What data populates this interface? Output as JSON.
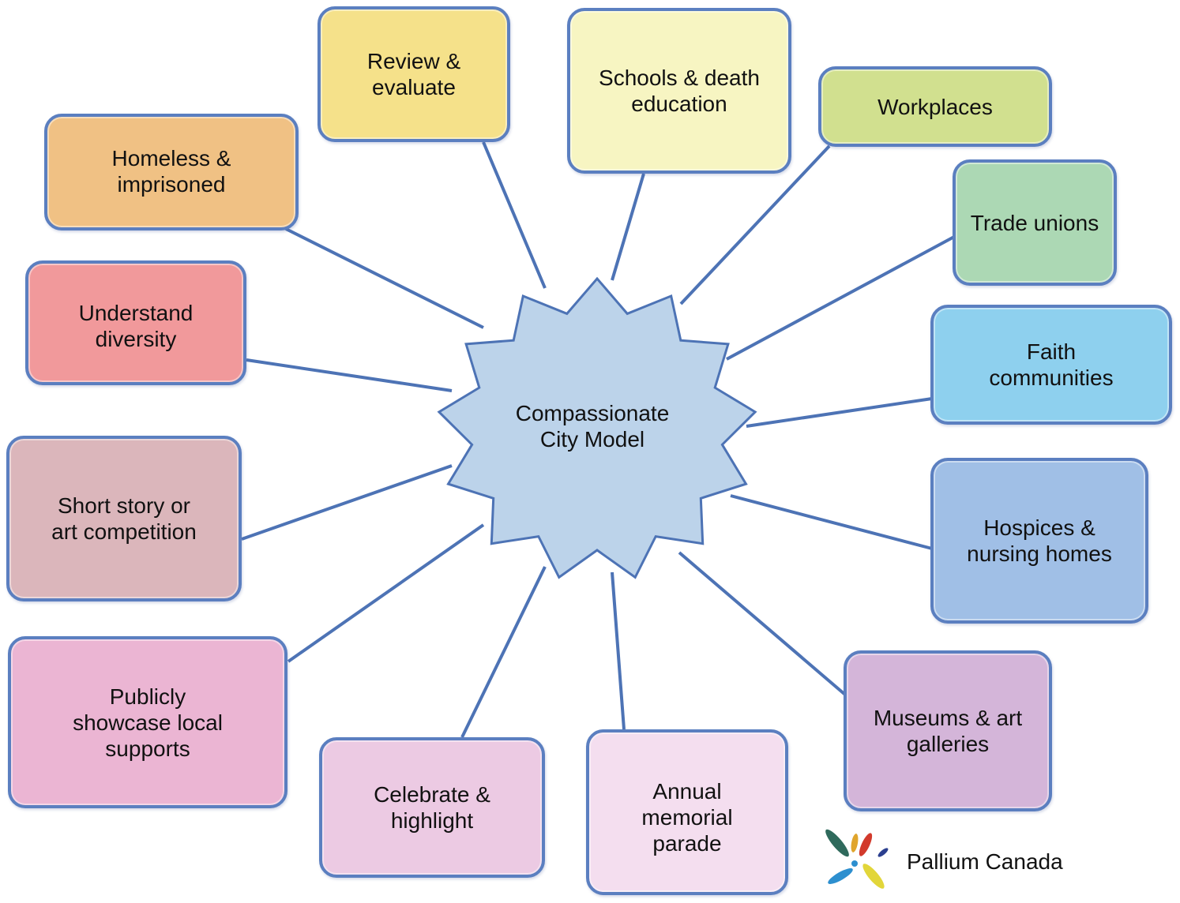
{
  "center": {
    "label": "Compassionate\nCity Model",
    "color": "#bcd3ea"
  },
  "nodes": [
    {
      "id": "review",
      "label": "Review &\nevaluate",
      "color": "#f5e18a"
    },
    {
      "id": "schools",
      "label": "Schools & death\neducation",
      "color": "#f7f5c2"
    },
    {
      "id": "workplaces",
      "label": "Workplaces",
      "color": "#d1e08f"
    },
    {
      "id": "trade",
      "label": "Trade unions",
      "color": "#acd8b4"
    },
    {
      "id": "faith",
      "label": "Faith\ncommunities",
      "color": "#8ed0ee"
    },
    {
      "id": "hospices",
      "label": "Hospices &\nnursing homes",
      "color": "#a0bfe6"
    },
    {
      "id": "museums",
      "label": "Museums & art\ngalleries",
      "color": "#d4b5d9"
    },
    {
      "id": "parade",
      "label": "Annual\nmemorial\nparade",
      "color": "#f4deef"
    },
    {
      "id": "celebrate",
      "label": "Celebrate &\nhighlight",
      "color": "#eccae3"
    },
    {
      "id": "showcase",
      "label": "Publicly\nshowcase local\nsupports",
      "color": "#ebb5d3"
    },
    {
      "id": "story",
      "label": "Short story or\nart competition",
      "color": "#dbb6bb"
    },
    {
      "id": "diversity",
      "label": "Understand\ndiversity",
      "color": "#f1999b"
    },
    {
      "id": "homeless",
      "label": "Homeless &\nimprisoned",
      "color": "#f0c184"
    }
  ],
  "brand": {
    "name": "Pallium Canada"
  },
  "colors": {
    "connector": "#4d73b5",
    "border": "#5b7fc0"
  }
}
